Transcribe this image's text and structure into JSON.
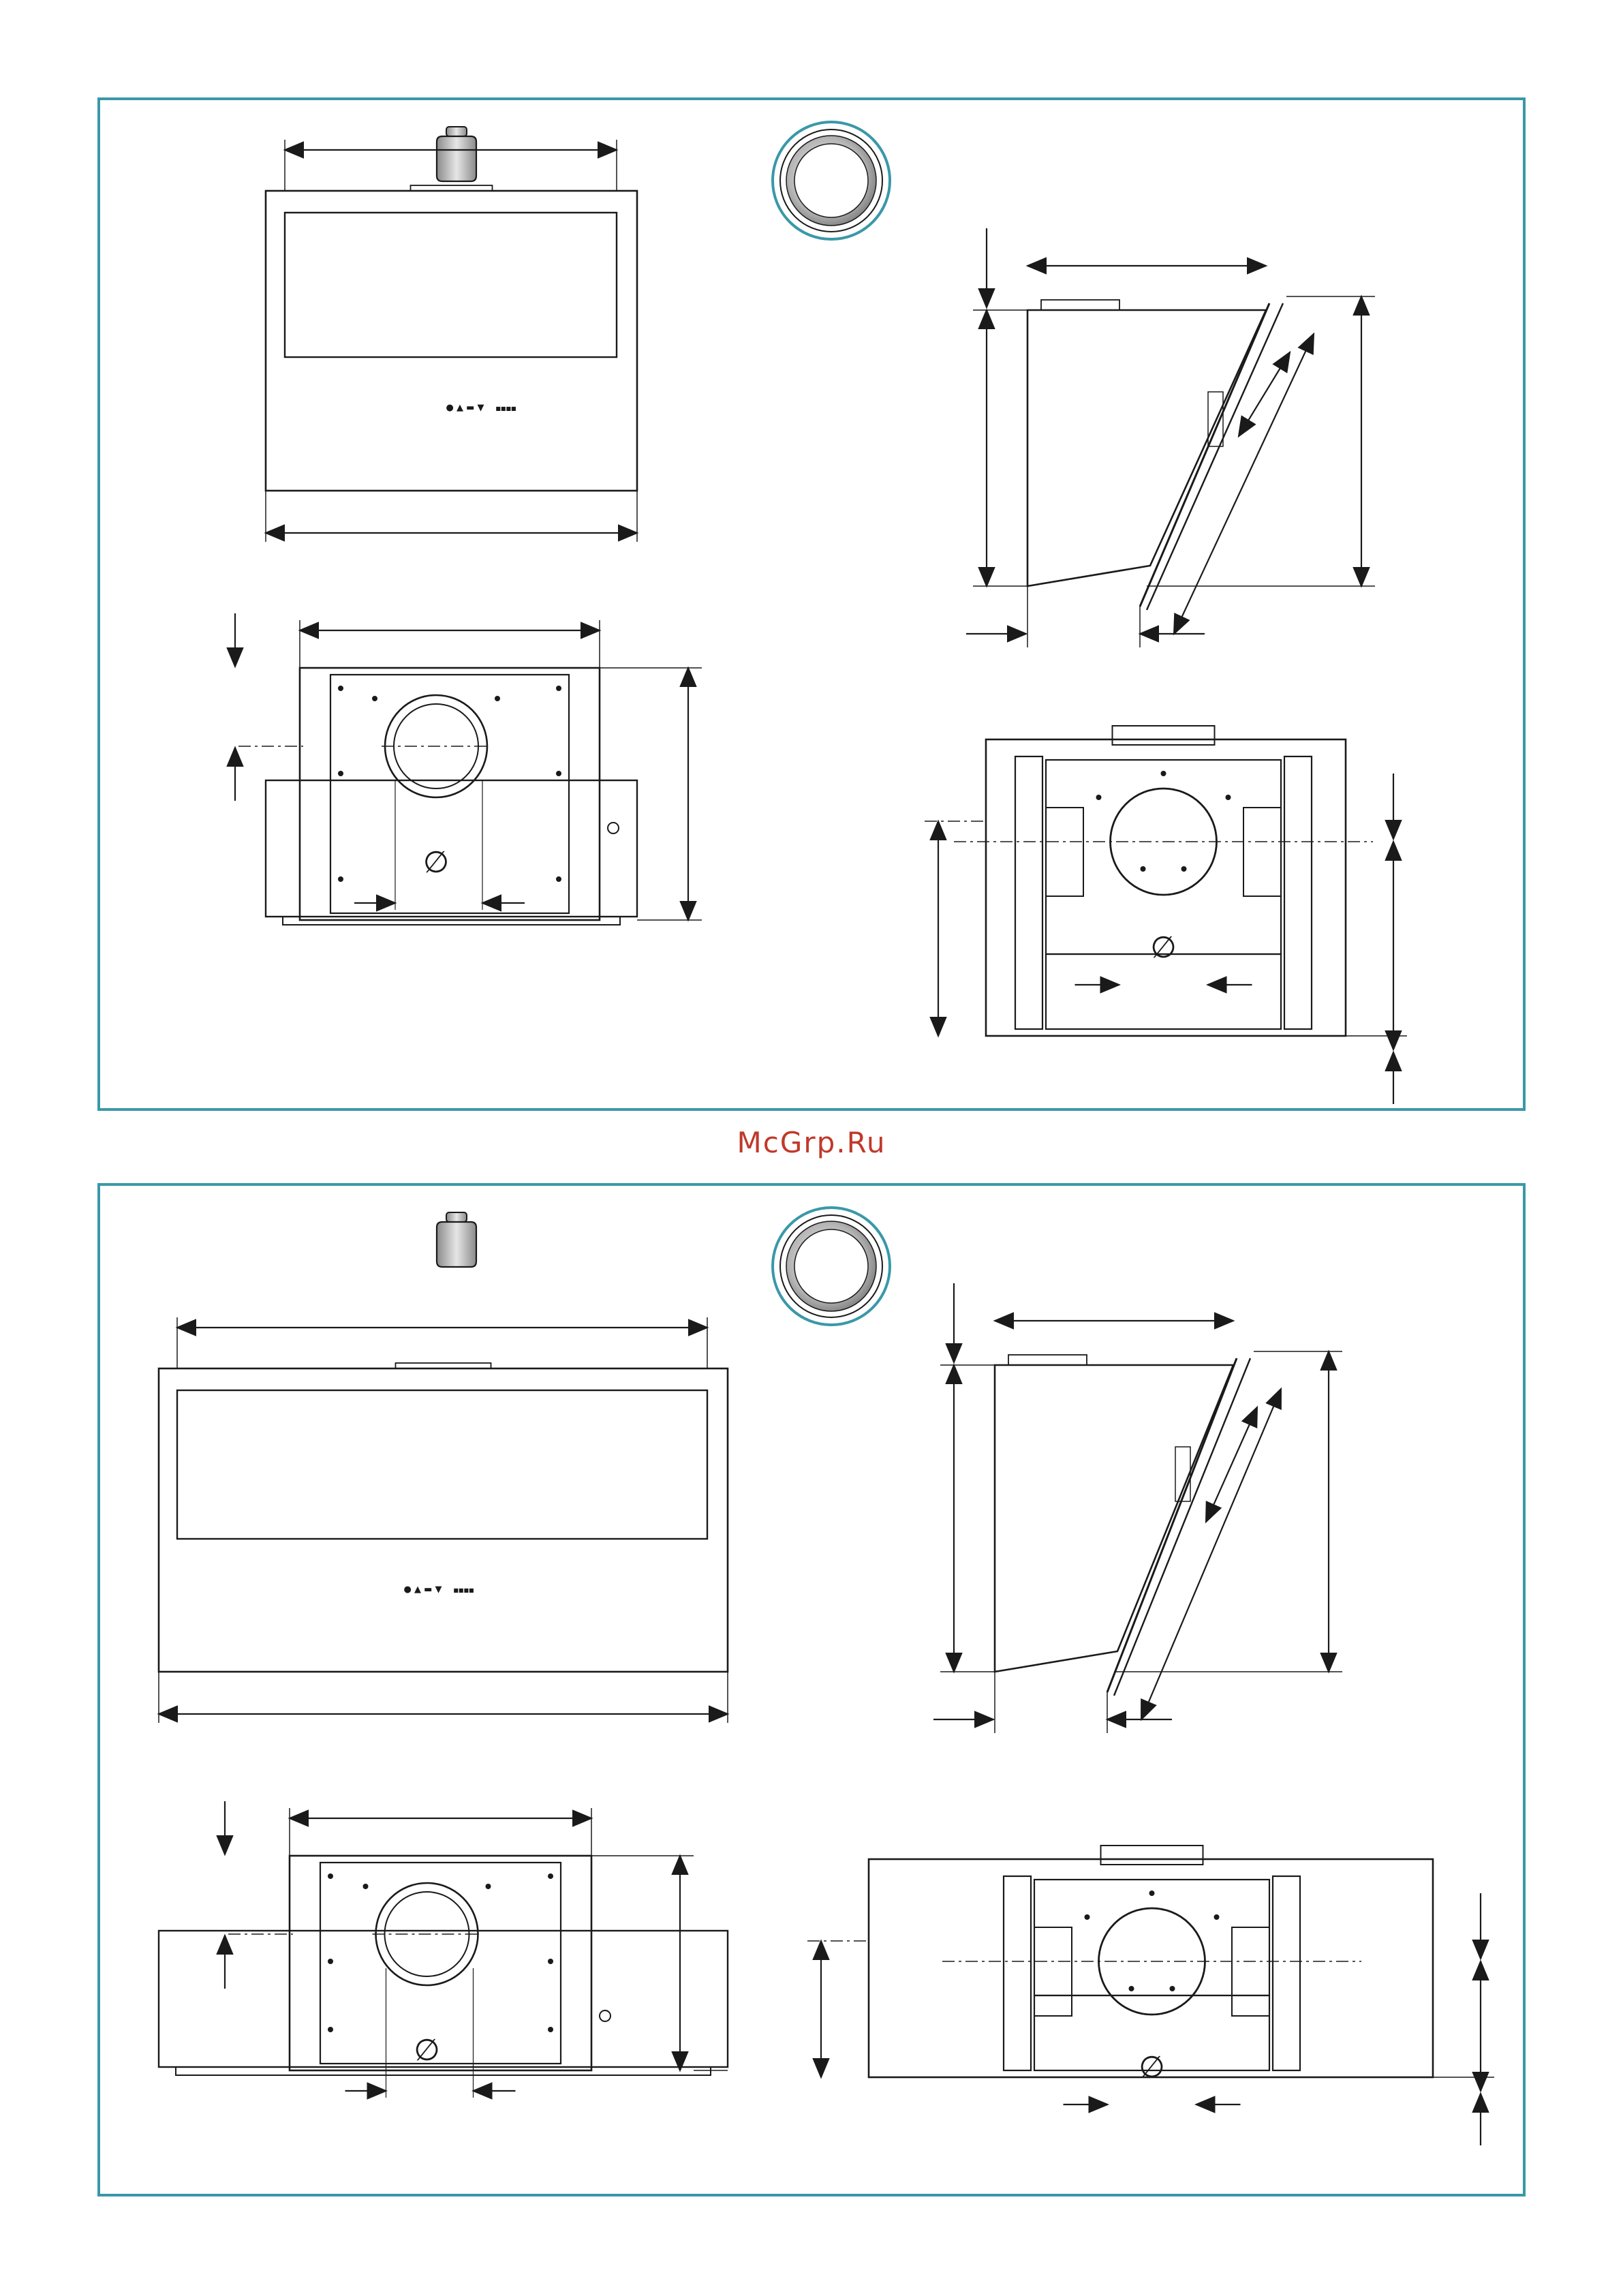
{
  "watermark": {
    "text": "McGrp.Ru"
  },
  "colors": {
    "frame": "#3a98a8",
    "line": "#1a1a1a",
    "watermark": "#c0392b",
    "weight_fill": "#c8c8c8",
    "badge_outer": "#3a98a8",
    "badge_fill": "#a9a9a9"
  },
  "diameter_symbol": "∅",
  "panels": [
    {
      "name": "panel-1",
      "control_indicator": "● ▲ ▬ ▼",
      "control_badge": "■■■■"
    },
    {
      "name": "panel-2",
      "control_indicator": "● ▲ ▬ ▼",
      "control_badge": "■■■■"
    }
  ],
  "icons": [
    "weight-icon",
    "circle-badge-icon",
    "dimension-arrow-icon",
    "diameter-symbol-icon"
  ]
}
